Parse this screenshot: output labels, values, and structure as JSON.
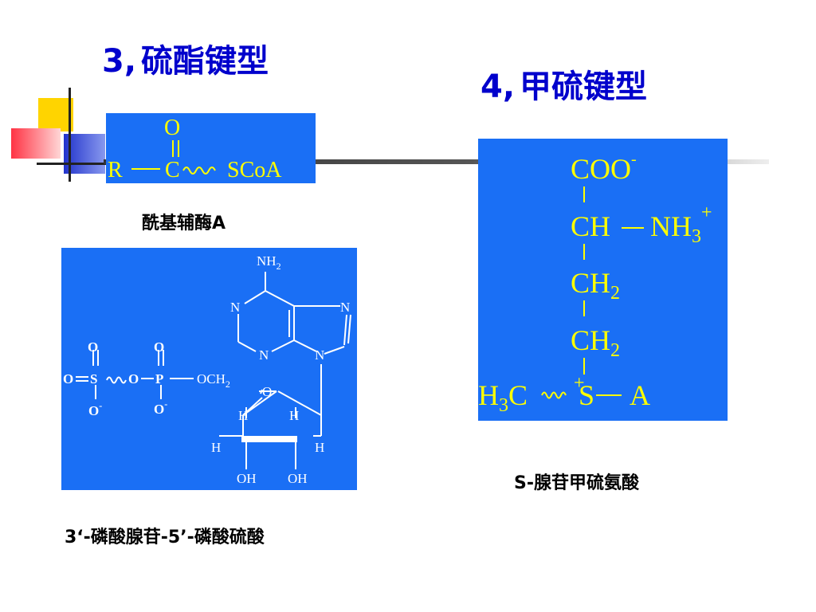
{
  "titles": {
    "left_number": "3,",
    "left_text": "硫酯键型",
    "right_number": "4,",
    "right_text": "甲硫键型"
  },
  "captions": {
    "acyl_coa": "酰基辅酶A",
    "paps": "3‘-磷酸腺苷-5’-磷酸硫酸",
    "sam": "S-腺苷甲硫氨酸"
  },
  "acyl_coa": {
    "o": "O",
    "r": "R",
    "c": "C",
    "scoa": "SCoA"
  },
  "paps": {
    "nh2": "NH",
    "nh2_sub": "2",
    "n": "N",
    "o": "O",
    "s": "S",
    "p": "P",
    "och2": "OCH",
    "och2_sub": "2",
    "h": "H",
    "oh": "OH",
    "minus": "-"
  },
  "sam": {
    "coo": "COO",
    "coo_charge": "-",
    "ch": "CH",
    "nh3": "NH",
    "nh3_sub": "3",
    "nh3_charge": "+",
    "ch2": "CH",
    "ch2_sub": "2",
    "h3c_h": "H",
    "h3c_sub": "3",
    "h3c_c": "C",
    "s": "S",
    "s_charge": "+",
    "a": "A"
  },
  "colors": {
    "title": "#0000cc",
    "panel": "#1a6ff5",
    "panel_text": "#ffff00"
  }
}
